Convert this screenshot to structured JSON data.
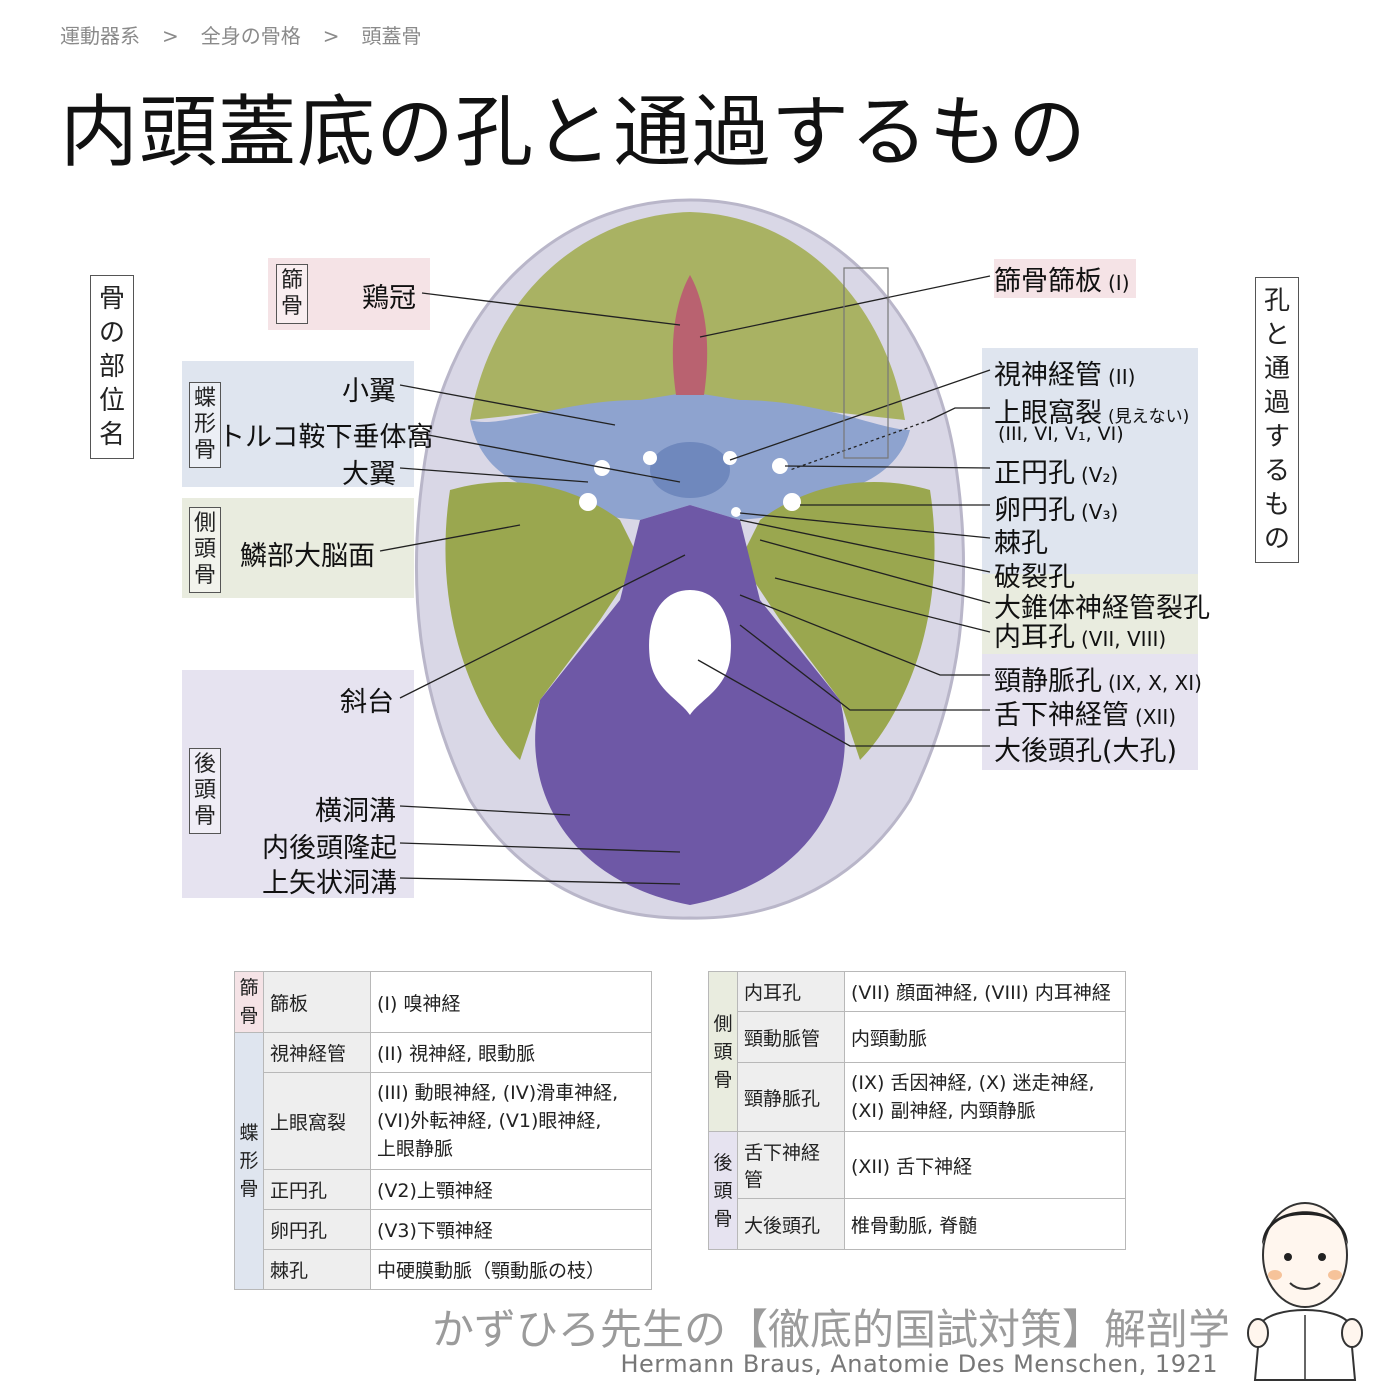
{
  "breadcrumb": [
    "運動器系",
    ">",
    "全身の骨格",
    ">",
    "頭蓋骨"
  ],
  "title": "内頭蓋底の孔と通過するもの",
  "left_side_title": [
    "骨",
    "の",
    "部",
    "位",
    "名"
  ],
  "right_side_title": [
    "孔",
    "と",
    "通",
    "過",
    "す",
    "る",
    "も",
    "の"
  ],
  "bones": {
    "ethmoid": [
      "篩",
      "骨"
    ],
    "sphenoid": [
      "蝶",
      "形",
      "骨"
    ],
    "temporal": [
      "側",
      "頭",
      "骨"
    ],
    "occipital": [
      "後",
      "頭",
      "骨"
    ]
  },
  "left_labels": {
    "crista_galli": "鶏冠",
    "lesser_wing": "小翼",
    "hypophyseal_fossa": "トルコ鞍下垂体窩",
    "greater_wing": "大翼",
    "squamous": "鱗部大脳面",
    "clivus": "斜台",
    "transverse_sulcus": "横洞溝",
    "internal_occipital_protuberance": "内後頭隆起",
    "sagittal_sulcus": "上矢状洞溝"
  },
  "right_labels": {
    "cribriform": {
      "name": "篩骨篩板",
      "sub": "(I)"
    },
    "optic_canal": {
      "name": "視神経管",
      "sub": "(II)"
    },
    "sup_orbital_fissure": {
      "name": "上眼窩裂",
      "small": "(見えない)",
      "line2": "(III, VI, V₁, VI)"
    },
    "foramen_rotundum": {
      "name": "正円孔",
      "sub": "(V₂)"
    },
    "foramen_ovale": {
      "name": "卵円孔",
      "sub": "(V₃)"
    },
    "foramen_spinosum": {
      "name": "棘孔"
    },
    "foramen_lacerum": {
      "name": "破裂孔"
    },
    "greater_petrosal": {
      "name": "大錐体神経管裂孔"
    },
    "internal_acoustic": {
      "name": "内耳孔",
      "sub": "(VII, VIII)"
    },
    "jugular": {
      "name": "頸静脈孔",
      "sub": "(IX, X, XI)"
    },
    "hypoglossal": {
      "name": "舌下神経管",
      "sub": "(XII)"
    },
    "magnum": {
      "name": "大後頭孔(大孔)"
    }
  },
  "table_left": [
    {
      "name": "篩板",
      "desc": [
        "(I) 嗅神経"
      ]
    },
    {
      "name": "視神経管",
      "desc": [
        "(II) 視神経, 眼動脈"
      ]
    },
    {
      "name": "上眼窩裂",
      "desc": [
        "(III) 動眼神経, (IV)滑車神経,",
        "(VI)外転神経, (V1)眼神経,",
        "上眼静脈"
      ]
    },
    {
      "name": "正円孔",
      "desc": [
        "(V2)上顎神経"
      ]
    },
    {
      "name": "卵円孔",
      "desc": [
        "(V3)下顎神経"
      ]
    },
    {
      "name": "棘孔",
      "desc": [
        "中硬膜動脈（顎動脈の枝）"
      ]
    }
  ],
  "table_right": [
    {
      "name": "内耳孔",
      "desc": [
        "(VII) 顔面神経, (VIII) 内耳神経"
      ]
    },
    {
      "name": "頸動脈管",
      "desc": [
        "内頸動脈"
      ]
    },
    {
      "name": "頸静脈孔",
      "desc": [
        "(IX) 舌因神経, (X) 迷走神経,",
        "(XI) 副神経, 内頸静脈"
      ]
    },
    {
      "name": "舌下神経管",
      "desc": [
        "(XII) 舌下神経"
      ]
    },
    {
      "name": "大後頭孔",
      "desc": [
        "椎骨動脈, 脊髄"
      ]
    }
  ],
  "footer": {
    "title": "かずひろ先生の【徹底的国試対策】解剖学",
    "citation": "Hermann Braus, Anatomie Des Menschen, 1921"
  },
  "colors": {
    "ethmoid": "#f5e3e6",
    "sphenoid": "#dfe5ef",
    "temporal": "#e9ecdf",
    "occipital": "#e6e3f0",
    "bone_frontal": "#a9b263",
    "bone_sphenoid": "#8ea3cf",
    "bone_occipital": "#6e58a6",
    "bone_crista": "#b96270"
  }
}
